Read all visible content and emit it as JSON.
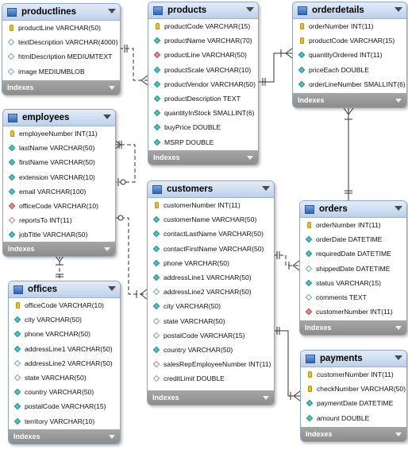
{
  "tables": [
    {
      "id": "productlines",
      "name": "productlines",
      "indexes_label": "Indexes",
      "columns": [
        {
          "text": "productLine VARCHAR(50)",
          "icon": "primary-key-icon"
        },
        {
          "text": "textDescription VARCHAR(4000)",
          "icon": "nullable-column-icon"
        },
        {
          "text": "htmlDescription MEDIUMTEXT",
          "icon": "nullable-column-icon"
        },
        {
          "text": "image MEDIUMBLOB",
          "icon": "nullable-column-icon"
        }
      ]
    },
    {
      "id": "products",
      "name": "products",
      "indexes_label": "Indexes",
      "columns": [
        {
          "text": "productCode VARCHAR(15)",
          "icon": "primary-key-icon"
        },
        {
          "text": "productName VARCHAR(70)",
          "icon": "column-icon"
        },
        {
          "text": "productLine VARCHAR(50)",
          "icon": "foreign-key-icon"
        },
        {
          "text": "productScale VARCHAR(10)",
          "icon": "column-icon"
        },
        {
          "text": "productVendor VARCHAR(50)",
          "icon": "column-icon"
        },
        {
          "text": "productDescription TEXT",
          "icon": "column-icon"
        },
        {
          "text": "quantityInStock SMALLINT(6)",
          "icon": "column-icon"
        },
        {
          "text": "buyPrice DOUBLE",
          "icon": "column-icon"
        },
        {
          "text": "MSRP DOUBLE",
          "icon": "column-icon"
        }
      ]
    },
    {
      "id": "orderdetails",
      "name": "orderdetails",
      "indexes_label": "Indexes",
      "columns": [
        {
          "text": "orderNumber INT(11)",
          "icon": "primary-key-icon"
        },
        {
          "text": "productCode VARCHAR(15)",
          "icon": "primary-key-icon"
        },
        {
          "text": "quantityOrdered INT(11)",
          "icon": "column-icon"
        },
        {
          "text": "priceEach DOUBLE",
          "icon": "column-icon"
        },
        {
          "text": "orderLineNumber SMALLINT(6)",
          "icon": "column-icon"
        }
      ]
    },
    {
      "id": "employees",
      "name": "employees",
      "indexes_label": "Indexes",
      "columns": [
        {
          "text": "employeeNumber INT(11)",
          "icon": "primary-key-icon"
        },
        {
          "text": "lastName VARCHAR(50)",
          "icon": "column-icon"
        },
        {
          "text": "firstName VARCHAR(50)",
          "icon": "column-icon"
        },
        {
          "text": "extension VARCHAR(10)",
          "icon": "column-icon"
        },
        {
          "text": "email VARCHAR(100)",
          "icon": "column-icon"
        },
        {
          "text": "officeCode VARCHAR(10)",
          "icon": "foreign-key-icon"
        },
        {
          "text": "reportsTo INT(11)",
          "icon": "nullable-foreign-key-icon"
        },
        {
          "text": "jobTitle VARCHAR(50)",
          "icon": "column-icon"
        }
      ]
    },
    {
      "id": "customers",
      "name": "customers",
      "indexes_label": "Indexes",
      "columns": [
        {
          "text": "customerNumber INT(11)",
          "icon": "primary-key-icon"
        },
        {
          "text": "customerName VARCHAR(50)",
          "icon": "column-icon"
        },
        {
          "text": "contactLastName VARCHAR(50)",
          "icon": "column-icon"
        },
        {
          "text": "contactFirstName VARCHAR(50)",
          "icon": "column-icon"
        },
        {
          "text": "phone VARCHAR(50)",
          "icon": "column-icon"
        },
        {
          "text": "addressLine1 VARCHAR(50)",
          "icon": "column-icon"
        },
        {
          "text": "addressLine2 VARCHAR(50)",
          "icon": "nullable-column-icon"
        },
        {
          "text": "city VARCHAR(50)",
          "icon": "column-icon"
        },
        {
          "text": "state VARCHAR(50)",
          "icon": "nullable-column-icon"
        },
        {
          "text": "postalCode VARCHAR(15)",
          "icon": "nullable-column-icon"
        },
        {
          "text": "country VARCHAR(50)",
          "icon": "column-icon"
        },
        {
          "text": "salesRepEmployeeNumber INT(11)",
          "icon": "nullable-foreign-key-icon"
        },
        {
          "text": "creditLimit DOUBLE",
          "icon": "nullable-column-icon"
        }
      ]
    },
    {
      "id": "orders",
      "name": "orders",
      "indexes_label": "Indexes",
      "columns": [
        {
          "text": "orderNumber INT(11)",
          "icon": "primary-key-icon"
        },
        {
          "text": "orderDate DATETIME",
          "icon": "column-icon"
        },
        {
          "text": "requiredDate DATETIME",
          "icon": "column-icon"
        },
        {
          "text": "shippedDate DATETIME",
          "icon": "nullable-column-icon"
        },
        {
          "text": "status VARCHAR(15)",
          "icon": "column-icon"
        },
        {
          "text": "comments TEXT",
          "icon": "nullable-column-icon"
        },
        {
          "text": "customerNumber INT(11)",
          "icon": "foreign-key-icon"
        }
      ]
    },
    {
      "id": "offices",
      "name": "offices",
      "indexes_label": "Indexes",
      "columns": [
        {
          "text": "officeCode VARCHAR(10)",
          "icon": "primary-key-icon"
        },
        {
          "text": "city VARCHAR(50)",
          "icon": "column-icon"
        },
        {
          "text": "phone VARCHAR(50)",
          "icon": "column-icon"
        },
        {
          "text": "addressLine1 VARCHAR(50)",
          "icon": "column-icon"
        },
        {
          "text": "addressLine2 VARCHAR(50)",
          "icon": "nullable-column-icon"
        },
        {
          "text": "state VARCHAR(50)",
          "icon": "nullable-column-icon"
        },
        {
          "text": "country VARCHAR(50)",
          "icon": "column-icon"
        },
        {
          "text": "postalCode VARCHAR(15)",
          "icon": "column-icon"
        },
        {
          "text": "territory VARCHAR(10)",
          "icon": "column-icon"
        }
      ]
    },
    {
      "id": "payments",
      "name": "payments",
      "indexes_label": "Indexes",
      "columns": [
        {
          "text": "customerNumber INT(11)",
          "icon": "primary-key-icon"
        },
        {
          "text": "checkNumber VARCHAR(50)",
          "icon": "primary-key-icon"
        },
        {
          "text": "paymentDate DATETIME",
          "icon": "column-icon"
        },
        {
          "text": "amount DOUBLE",
          "icon": "column-icon"
        }
      ]
    }
  ],
  "colors": {
    "header": "#bcd0ea",
    "border": "#8ea6c4",
    "indexes_bar": "#999999",
    "connector": "#333333"
  }
}
